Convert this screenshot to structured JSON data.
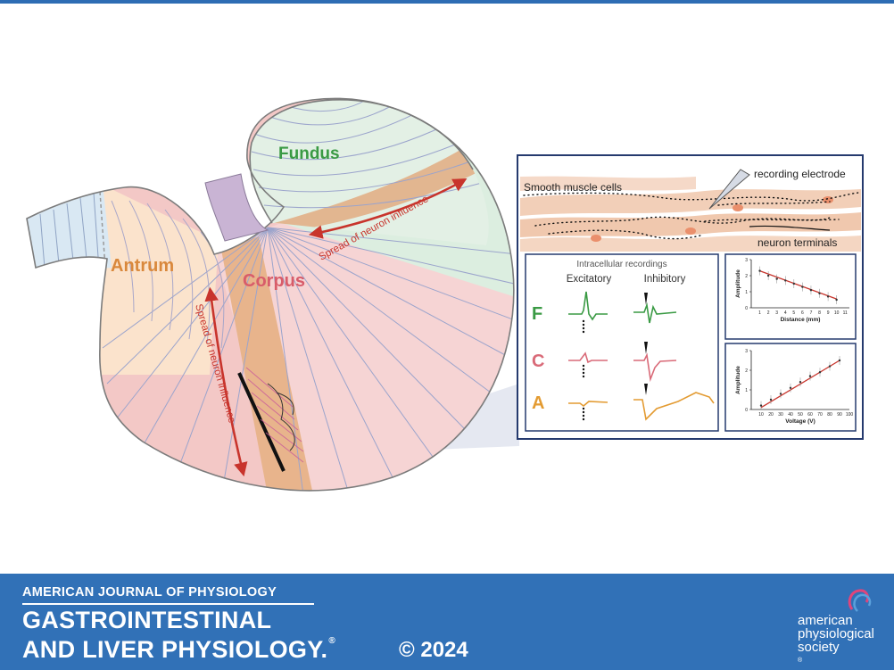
{
  "regions": {
    "fundus": "Fundus",
    "antrum": "Antrum",
    "corpus": "Corpus"
  },
  "arrows": {
    "fundus_spread": "Spread of neuron influence",
    "corpus_spread": "Spread of neuron influence"
  },
  "muscle_panel": {
    "smooth_muscle_label": "Smooth muscle cells",
    "electrode_label": "recording electrode",
    "terminals_label": "neuron terminals"
  },
  "recordings": {
    "title": "Intracellular recordings",
    "col_excitatory": "Excitatory",
    "col_inhibitory": "Inhibitory",
    "rows": [
      {
        "letter": "F",
        "color": "#3a9a44"
      },
      {
        "letter": "C",
        "color": "#d96a78"
      },
      {
        "letter": "A",
        "color": "#e39b32"
      }
    ]
  },
  "chart_data": [
    {
      "type": "scatter",
      "xlabel": "Distance (mm)",
      "ylabel": "Amplitude",
      "xticks": [
        "1",
        "2",
        "3",
        "4",
        "5",
        "6",
        "7",
        "8",
        "9",
        "10",
        "11"
      ],
      "yticks": [
        "0",
        "1",
        "2",
        "3"
      ],
      "xlim": [
        0,
        11.5
      ],
      "ylim": [
        0,
        3
      ],
      "x": [
        1,
        2,
        3,
        4,
        5,
        6,
        7,
        8,
        9,
        10
      ],
      "y": [
        2.3,
        2.0,
        1.8,
        1.7,
        1.5,
        1.3,
        1.1,
        0.9,
        0.7,
        0.5
      ],
      "fit": [
        [
          1,
          2.3
        ],
        [
          10,
          0.55
        ]
      ],
      "fit_color": "#c8342c"
    },
    {
      "type": "scatter",
      "xlabel": "Voltage (V)",
      "ylabel": "Amplitude",
      "xticks": [
        "10",
        "20",
        "30",
        "40",
        "50",
        "60",
        "70",
        "80",
        "90",
        "100"
      ],
      "yticks": [
        "0",
        "1",
        "2",
        "3"
      ],
      "xlim": [
        0,
        100
      ],
      "ylim": [
        0,
        3
      ],
      "x": [
        10,
        20,
        30,
        40,
        50,
        60,
        70,
        80,
        90
      ],
      "y": [
        0.2,
        0.5,
        0.8,
        1.1,
        1.4,
        1.7,
        1.9,
        2.2,
        2.5
      ],
      "fit": [
        [
          10,
          0.1
        ],
        [
          90,
          2.5
        ]
      ],
      "fit_color": "#c8342c"
    }
  ],
  "footer": {
    "journal": "AMERICAN JOURNAL OF PHYSIOLOGY",
    "title_line1": "GASTROINTESTINAL",
    "title_line2": "AND LIVER PHYSIOLOGY.",
    "copyright": "© 2024",
    "society_line1": "american",
    "society_line2": "physiological",
    "society_line3": "society"
  }
}
